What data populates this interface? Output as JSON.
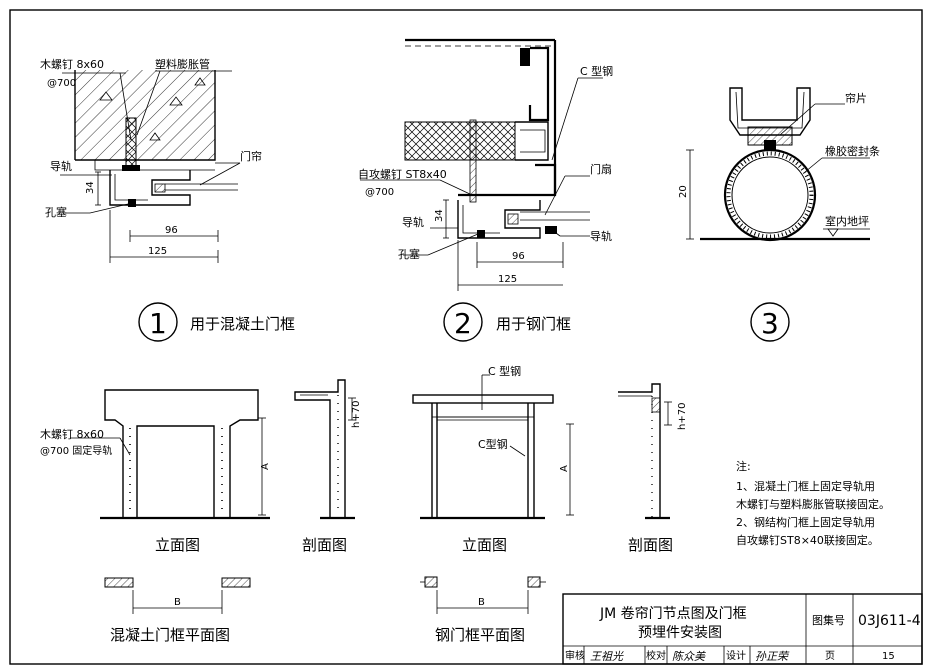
{
  "details": {
    "d1": {
      "wood_screw": "木螺钉 8x60",
      "spacing": "@700",
      "plastic_tube": "塑料膨胀管",
      "guide_rail": "导轨",
      "curtain": "门帘",
      "plug": "孔塞",
      "dim_34": "34",
      "dim_96": "96",
      "dim_125": "125",
      "number": "1",
      "caption": "用于混凝土门框"
    },
    "d2": {
      "c_steel": "C 型钢",
      "self_tap": "自攻螺钉 ST8x40",
      "spacing": "@700",
      "door_leaf": "门扇",
      "guide_rail_left": "导轨",
      "guide_rail_right": "导轨",
      "plug": "孔塞",
      "dim_34": "34",
      "dim_96": "96",
      "dim_125": "125",
      "number": "2",
      "caption": "用于钢门框"
    },
    "d3": {
      "curtain_piece": "帘片",
      "rubber_seal": "橡胶密封条",
      "indoor_floor": "室内地坪",
      "dim_20": "20",
      "number": "3"
    }
  },
  "elevations": {
    "concrete": {
      "screw_label": "木螺钉 8x60",
      "screw_note": "@700 固定导轨",
      "dim_a": "A",
      "elev_caption": "立面图",
      "section_caption": "剖面图",
      "section_dim": "h+70",
      "plan_dim_b": "B",
      "plan_caption": "混凝土门框平面图"
    },
    "steel": {
      "c_steel_top": "C 型钢",
      "c_steel_mid": "C型钢",
      "dim_a": "A",
      "elev_caption": "立面图",
      "section_caption": "剖面图",
      "section_dim": "h+70",
      "plan_dim_b": "B",
      "plan_caption": "钢门框平面图"
    }
  },
  "notes": {
    "heading": "注:",
    "lines": [
      "1、混凝土门框上固定导轨用",
      "木螺钉与塑料膨胀管联接固定。",
      "2、钢结构门框上固定导轨用",
      "自攻螺钉ST8×40联接固定。"
    ]
  },
  "title_block": {
    "title_line1": "JM 卷帘门节点图及门框",
    "title_line2": "预埋件安装图",
    "atlas_label": "图集号",
    "atlas_no": "03J611-4",
    "check_label": "审核",
    "checker_sig": "王祖光",
    "proof_label": "校对",
    "proof_sig": "陈众美",
    "design_label": "设计",
    "design_sig": "孙正荣",
    "page_label": "页",
    "page_no": "15"
  }
}
